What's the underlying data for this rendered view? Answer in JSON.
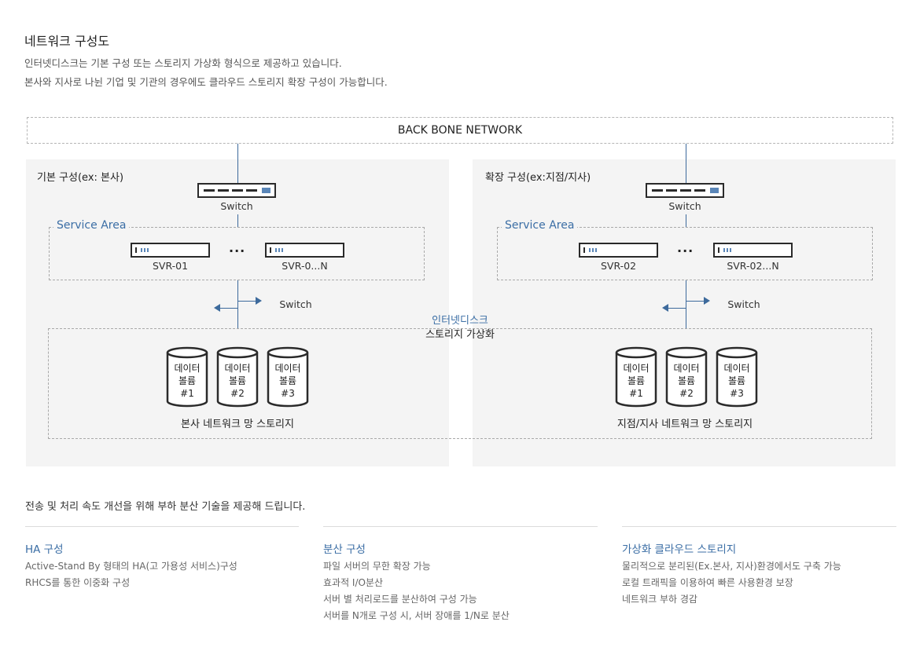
{
  "header": {
    "title": "네트워크 구성도",
    "intro_line1": "인터넷디스크는 기본 구성 또는 스토리지 가상화 형식으로 제공하고 있습니다.",
    "intro_line2": "본사와 지사로 나뉜 기업 및 기관의 경우에도 클라우드 스토리지 확장 구성이 가능합니다."
  },
  "diagram": {
    "backbone_label": "BACK BONE NETWORK",
    "virtualization_label_line1": "인터넷디스크",
    "virtualization_label_line2": "스토리지 가상화",
    "sites": [
      {
        "title": "기본 구성(ex: 본사)",
        "switch_label": "Switch",
        "service_area_label": "Service Area",
        "server_first": "SVR-01",
        "server_ellipsis": "...",
        "server_last": "SVR-0...N",
        "lower_switch_label": "Switch",
        "volumes": [
          {
            "line1": "데이터",
            "line2": "볼륨",
            "line3": "#1"
          },
          {
            "line1": "데이터",
            "line2": "볼륨",
            "line3": "#2"
          },
          {
            "line1": "데이터",
            "line2": "볼륨",
            "line3": "#3"
          }
        ],
        "storage_caption": "본사 네트워크 망 스토리지"
      },
      {
        "title": "확장 구성(ex:지점/지사)",
        "switch_label": "Switch",
        "service_area_label": "Service Area",
        "server_first": "SVR-02",
        "server_ellipsis": "...",
        "server_last": "SVR-02...N",
        "lower_switch_label": "Switch",
        "volumes": [
          {
            "line1": "데이터",
            "line2": "볼륨",
            "line3": "#1"
          },
          {
            "line1": "데이터",
            "line2": "볼륨",
            "line3": "#2"
          },
          {
            "line1": "데이터",
            "line2": "볼륨",
            "line3": "#3"
          }
        ],
        "storage_caption": "지점/지사 네트워크 망 스토리지"
      }
    ]
  },
  "features": {
    "intro": "전송 및 처리 속도 개선을 위해 부하 분산 기술을 제공해 드립니다.",
    "columns": [
      {
        "title": "HA 구성",
        "items": [
          "Active-Stand By 형태의 HA(고 가용성 서비스)구성",
          "RHCS를 통한 이중화 구성"
        ]
      },
      {
        "title": "분산 구성",
        "items": [
          "파일 서버의 무한 확장 가능",
          "효과적 I/O분산",
          "서버 별 처리로드를 분산하여 구성 가능",
          "서버를 N개로 구성 시, 서버 장애를 1/N로 분산"
        ]
      },
      {
        "title": "가상화 클라우드 스토리지",
        "items": [
          "물리적으로 분리된(Ex.본사, 지사)환경에서도 구축 가능",
          "로컬 트래픽을 이용하여 빠른 사용환경 보장",
          "네트워크 부하 경감"
        ]
      }
    ]
  },
  "colors": {
    "accent": "#3b6ea5",
    "line": "#3d6a9c",
    "panel": "#f4f4f4",
    "border": "#a9a9a9"
  }
}
